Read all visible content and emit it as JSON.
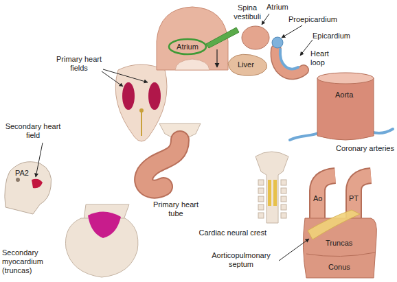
{
  "diagram": {
    "nodes": [
      {
        "text": [
          "Atrium"
        ]
      }
    ],
    "labels": [
      "Spina vestibuli",
      "Atrium",
      "Proepicardium",
      "Epicardium",
      "Primary heart fields",
      "Liver",
      "Heart loop",
      "Aorta",
      "Coronary arteries",
      "Secondary heart field",
      "PA2",
      "Primary heart tube",
      "Secondary myocardium (truncas)",
      "Cardiac neural crest",
      "Aorticopulmonary septum",
      "Ao",
      "PT",
      "Truncas",
      "Conus"
    ]
  }
}
